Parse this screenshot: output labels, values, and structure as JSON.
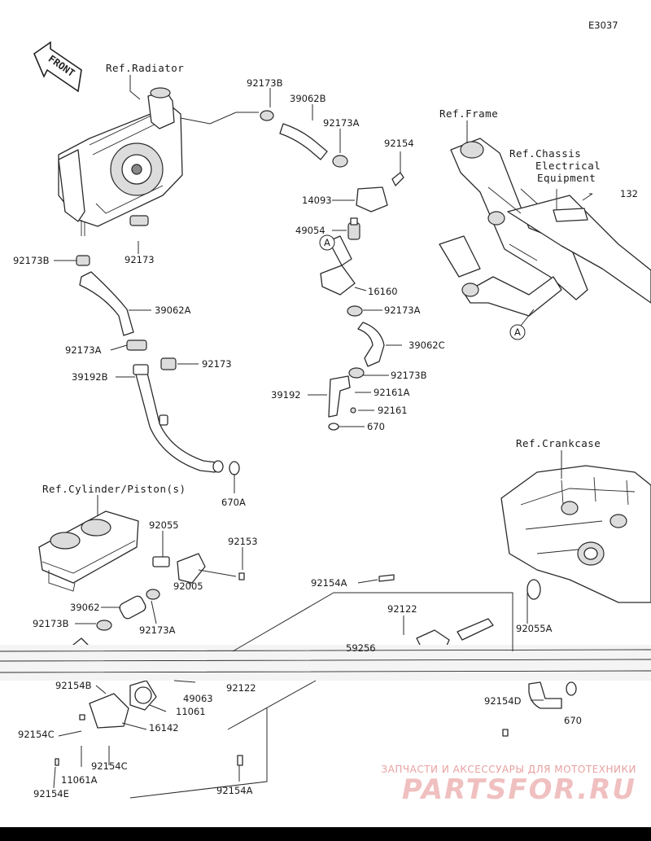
{
  "diagram_code": "E3037",
  "front_label": "FRONT",
  "refs": {
    "radiator": "Ref.Radiator",
    "frame": "Ref.Frame",
    "chassis_line1": "Ref.Chassis",
    "chassis_line2": "Electrical",
    "chassis_line3": "Equipment",
    "crankcase": "Ref.Crankcase",
    "cylinder": "Ref.Cylinder/Piston(s)"
  },
  "marker_a": "A",
  "parts": [
    "92173B",
    "39062B",
    "92173A",
    "92154",
    "14093",
    "49054",
    "16160",
    "92173",
    "92173B",
    "39062A",
    "92173A",
    "92173",
    "39192B",
    "670A",
    "92173A",
    "39062C",
    "92173B",
    "39192",
    "92161A",
    "92161",
    "670",
    "132",
    "92055",
    "92153",
    "92154A",
    "92005",
    "39062",
    "92173B",
    "92173A",
    "92122",
    "59256",
    "92055A",
    "92154B",
    "49063",
    "11061",
    "16142",
    "92154C",
    "92154C",
    "11061A",
    "92154E",
    "92122",
    "92154D",
    "670",
    "92154A"
  ],
  "watermark": {
    "subtitle": "ЗАПЧАСТИ И АКСЕССУАРЫ ДЛЯ МОТОТЕХНИКИ",
    "brand": "PARTSFOR.RU"
  }
}
